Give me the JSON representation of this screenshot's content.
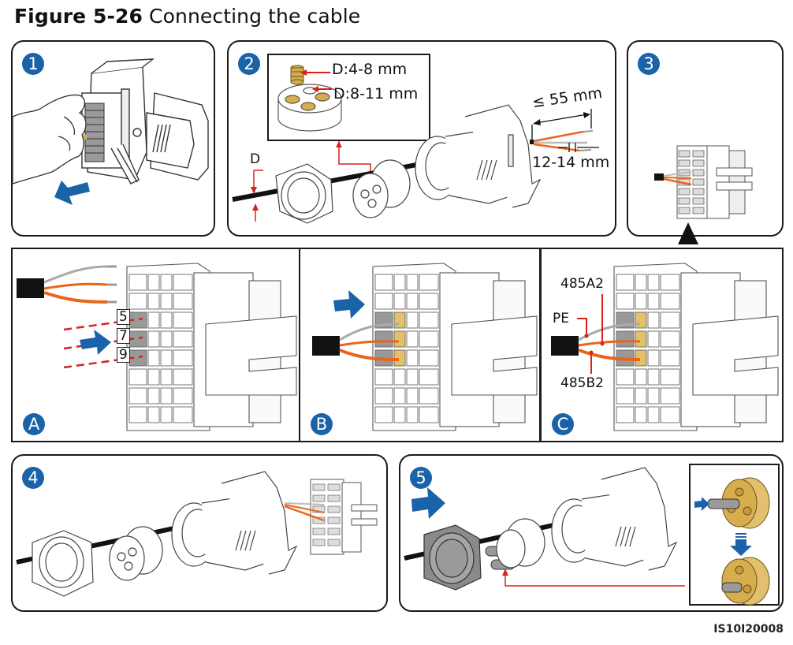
{
  "figure": {
    "number_label": "Figure 5-26",
    "caption": "Connecting the cable",
    "id_code": "IS10I20008"
  },
  "colors": {
    "step_badge": "#1b63a8",
    "arrow_blue": "#1b63a8",
    "callout_red": "#d9211c",
    "wire_orange": "#e8661c",
    "seal_yellow": "#d7ad4e"
  },
  "steps": [
    {
      "badge": "1",
      "description": "Remove terminal block from connector housing",
      "icons": [
        "hand-icon",
        "connector-icon",
        "arrow-left-icon"
      ]
    },
    {
      "badge": "2",
      "description": "Route cable through lock nut and seal",
      "inset": {
        "labels": [
          "D:4-8 mm",
          "D:8-11 mm"
        ]
      },
      "dimensions": {
        "cable_diameter_label": "D",
        "strip_length_label": "≤ 55 mm",
        "insulation_strip_label": "12-14 mm"
      }
    },
    {
      "badge": "3",
      "description": "Terminal block with wires inserted"
    },
    {
      "badge": "4",
      "description": "Assembled cable with terminal block"
    },
    {
      "badge": "5",
      "description": "Push lock nut and insert plugs into unused seal holes"
    }
  ],
  "substeps": [
    {
      "badge": "A",
      "terminal_numbers": [
        "5",
        "7",
        "9"
      ]
    },
    {
      "badge": "B"
    },
    {
      "badge": "C",
      "wire_labels": [
        "485A2",
        "PE",
        "485B2"
      ]
    }
  ]
}
